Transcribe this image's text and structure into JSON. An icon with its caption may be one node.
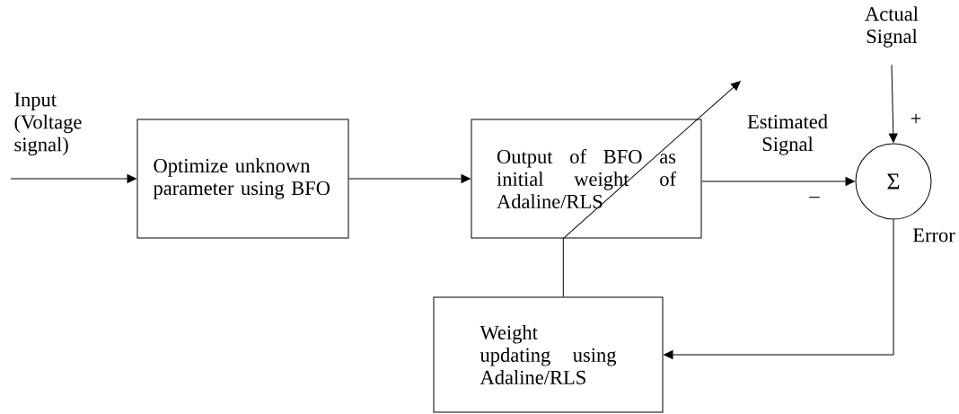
{
  "diagram": {
    "nodes": [
      {
        "text": [
          "Input (Voltage signal)"
        ]
      },
      {
        "text": [
          "Optimize unknown parameter using BFO"
        ]
      },
      {
        "text": [
          "Output of BFO as initial weight of Adaline/RLS"
        ]
      },
      {
        "text": [
          "Σ"
        ]
      },
      {
        "text": [
          "Weight updating using Adaline/RLS"
        ]
      },
      {
        "text": [
          "Actual Signal"
        ]
      }
    ],
    "edges": [
      {
        "from": 0,
        "to": 1,
        "arrow": "to"
      },
      {
        "from": 1,
        "to": 2,
        "arrow": "to"
      },
      {
        "from": 2,
        "to": 3,
        "arrow": "to",
        "label": "Estimated Signal"
      },
      {
        "from": 5,
        "to": 3,
        "arrow": "to"
      },
      {
        "from": 3,
        "to": 4,
        "arrow": "to",
        "label": "Error"
      },
      {
        "from": 4,
        "to": 2,
        "arrow": "none"
      }
    ],
    "labels": [
      "+",
      "–"
    ]
  }
}
